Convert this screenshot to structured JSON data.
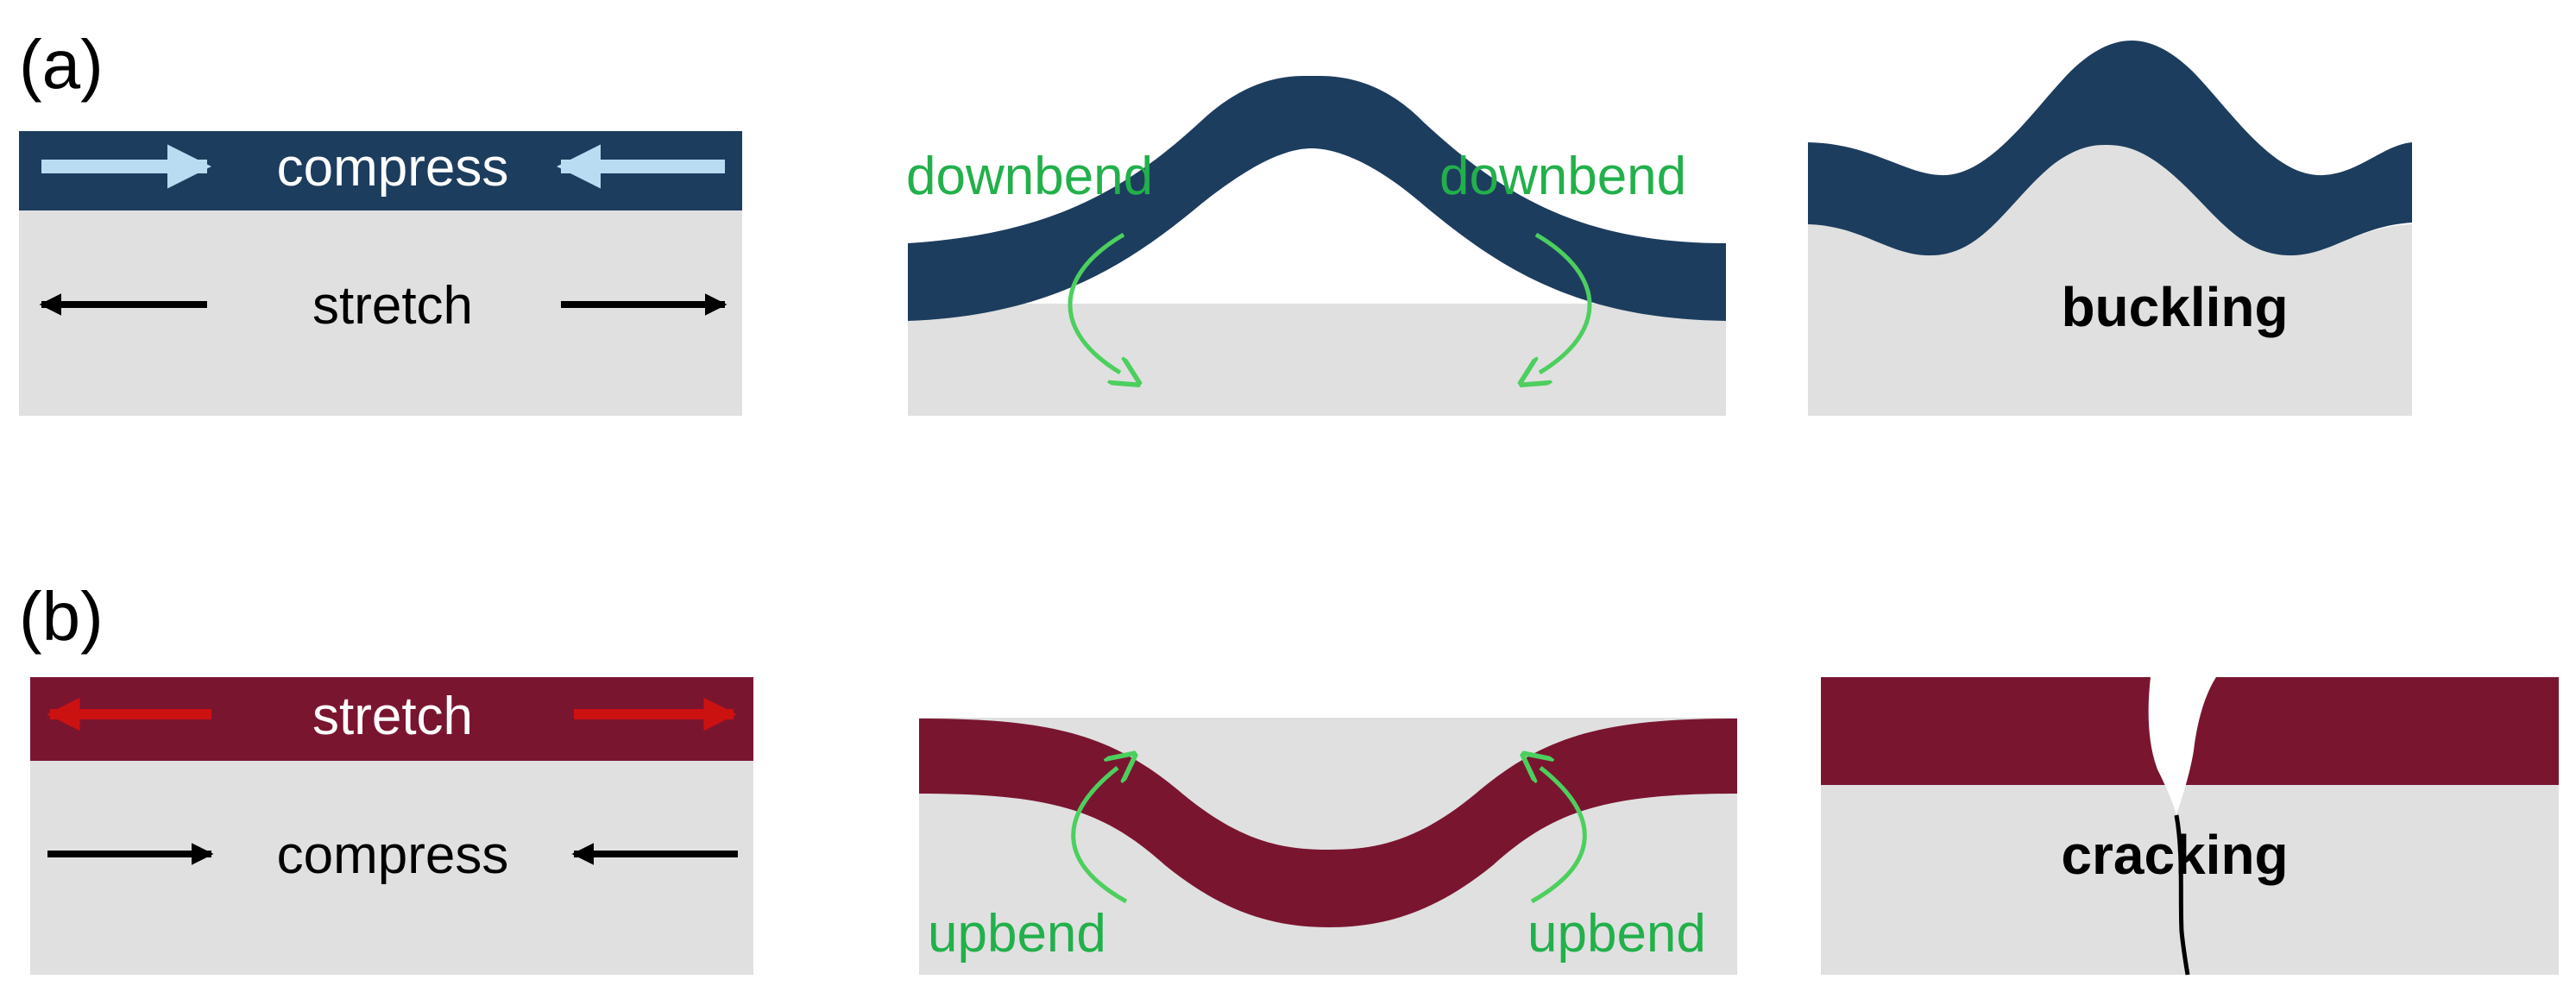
{
  "panels": {
    "a": {
      "label": "(a)",
      "film_text": "compress",
      "substrate_text": "stretch",
      "bend_left": "downbend",
      "bend_right": "downbend",
      "result": "buckling"
    },
    "b": {
      "label": "(b)",
      "film_text": "stretch",
      "substrate_text": "compress",
      "bend_left": "upbend",
      "bend_right": "upbend",
      "result": "cracking"
    }
  },
  "colors": {
    "film_a": "#1d3d5e",
    "film_b": "#7a1530",
    "substrate": "#e0e0e0",
    "arrow_light_blue": "#b9dcf2",
    "arrow_red": "#cc1111",
    "arrow_black": "#000000",
    "bend_green": "#22b04b",
    "bend_arrow_green": "#4ccf5e"
  }
}
